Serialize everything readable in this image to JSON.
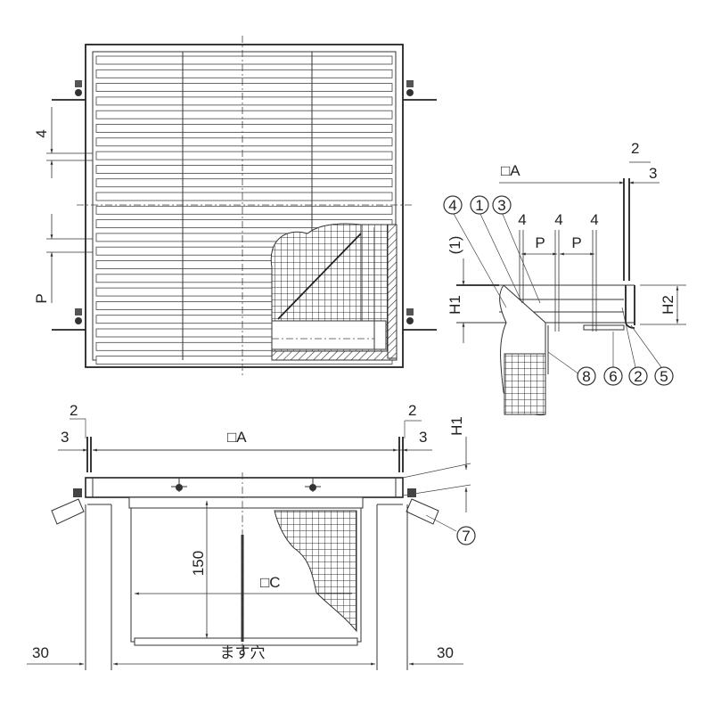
{
  "top_view": {
    "dim_bar_thickness": "4",
    "dim_pitch": "P"
  },
  "detail_view": {
    "dim_size": "□A",
    "dim_frame_2": "2",
    "dim_frame_3": "3",
    "dim_bar_4": [
      "4",
      "4",
      "4"
    ],
    "dim_pitch": [
      "P",
      "P"
    ],
    "dim_offset": "(1)",
    "dim_h1": "H1",
    "dim_h2": "H2",
    "part_callouts": {
      "top": [
        "4",
        "1",
        "3"
      ],
      "bottom": [
        "8",
        "6",
        "2",
        "5"
      ]
    }
  },
  "section_view": {
    "dim_left_2": "2",
    "dim_left_3": "3",
    "dim_size": "□A",
    "dim_right_2": "2",
    "dim_right_3": "3",
    "dim_h1": "H1",
    "part_callout": "7",
    "dim_depth": "150",
    "dim_basket": "□C",
    "dim_left_30": "30",
    "dim_opening": "ます穴",
    "dim_right_30": "30"
  }
}
